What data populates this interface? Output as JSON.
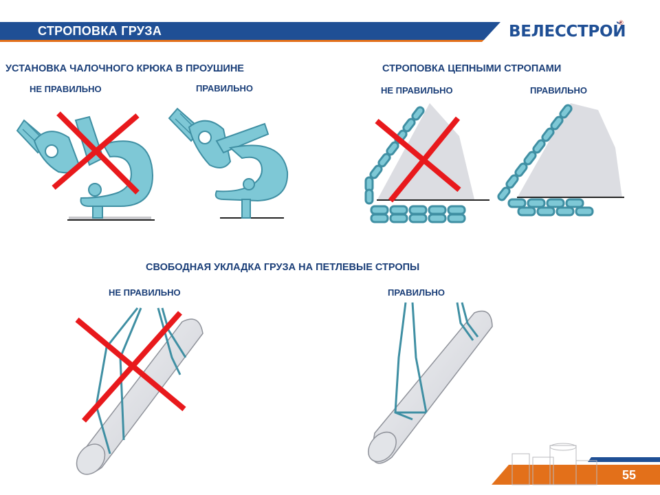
{
  "header": {
    "title": "СТРОПОВКА ГРУЗА",
    "logo_text": "ВЕЛЕССТРОЙ",
    "logo_reg": "®",
    "bar_color": "#1f4f95",
    "accent_color": "#e3701a"
  },
  "section_hook": {
    "heading": "УСТАНОВКА ЧАЛОЧНОГО КРЮКА В ПРОУШИНЕ",
    "wrong_label": "НЕ ПРАВИЛЬНО",
    "right_label": "ПРАВИЛЬНО"
  },
  "section_chain": {
    "heading": "СТРОПОВКА ЦЕПНЫМИ СТРОПАМИ",
    "wrong_label": "НЕ ПРАВИЛЬНО",
    "right_label": "ПРАВИЛЬНО"
  },
  "section_loop": {
    "heading": "СВОБОДНАЯ УКЛАДКА ГРУЗА НА ПЕТЛЕВЫЕ СТРОПЫ",
    "wrong_label": "НЕ ПРАВИЛЬНО",
    "right_label": "ПРАВИЛЬНО"
  },
  "footer": {
    "page_number": "55"
  },
  "colors": {
    "cross": "#e8191c",
    "steel": "#7ec8d6",
    "steel_dark": "#3f8fa3",
    "load": "#dcdde2"
  }
}
